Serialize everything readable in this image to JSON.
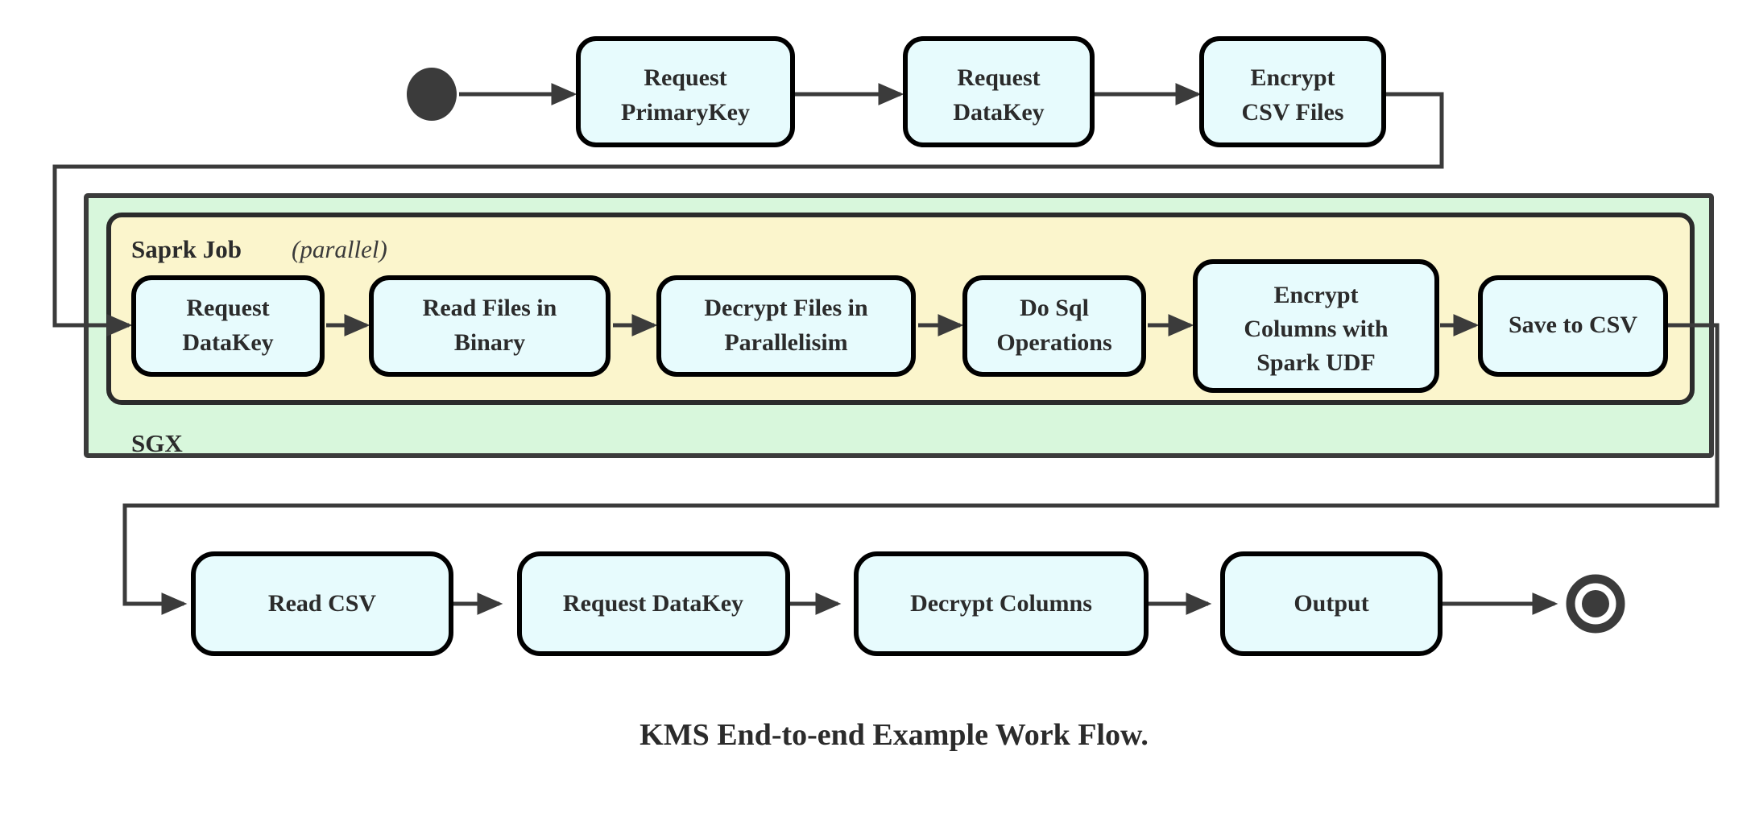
{
  "diagram": {
    "title": "KMS End-to-end Example Work Flow.",
    "colors": {
      "node_fill": "#e7fbfd",
      "node_stroke": "#000000",
      "sgx_fill": "#d8f7dc",
      "spark_fill": "#fbf5cc",
      "edge": "#3b3b3b",
      "text": "#2b2b2b",
      "background": "#ffffff"
    },
    "start_node": {
      "name": "start",
      "shape": "filled-circle"
    },
    "end_node": {
      "name": "end",
      "shape": "ring-with-dot"
    },
    "containers": [
      {
        "id": "sgx",
        "label": "SGX",
        "fill": "#d8f7dc"
      },
      {
        "id": "spark",
        "label": "Saprk Job",
        "qualifier": "(parallel)",
        "qualifier_open": "(",
        "qualifier_word": "parallel",
        "qualifier_close": ")",
        "fill": "#fbf5cc"
      }
    ],
    "rows": [
      {
        "id": "row-top",
        "nodes": [
          {
            "id": "request-primarykey",
            "lines": [
              "Request",
              "PrimaryKey"
            ]
          },
          {
            "id": "request-datakey-top",
            "lines": [
              "Request",
              "DataKey"
            ]
          },
          {
            "id": "encrypt-csv-files",
            "lines": [
              "Encrypt",
              "CSV Files"
            ]
          }
        ]
      },
      {
        "id": "row-spark",
        "nodes": [
          {
            "id": "request-datakey-spark",
            "lines": [
              "Request",
              "DataKey"
            ]
          },
          {
            "id": "read-files-in-binary",
            "lines": [
              "Read Files in",
              "Binary"
            ]
          },
          {
            "id": "decrypt-files-in-parallelisim",
            "lines": [
              "Decrypt Files in",
              "Parallelisim"
            ]
          },
          {
            "id": "do-sql-operations",
            "lines": [
              "Do Sql",
              "Operations"
            ]
          },
          {
            "id": "encrypt-columns-with-spark-udf",
            "lines": [
              "Encrypt",
              "Columns with",
              "Spark UDF"
            ]
          },
          {
            "id": "save-to-csv",
            "lines": [
              "Save to CSV"
            ]
          }
        ]
      },
      {
        "id": "row-bottom",
        "nodes": [
          {
            "id": "read-csv",
            "lines": [
              "Read CSV"
            ]
          },
          {
            "id": "request-datakey-bottom",
            "lines": [
              "Request DataKey"
            ]
          },
          {
            "id": "decrypt-columns",
            "lines": [
              "Decrypt Columns"
            ]
          },
          {
            "id": "output",
            "lines": [
              "Output"
            ]
          }
        ]
      }
    ],
    "flow_order": [
      "start",
      "Request PrimaryKey",
      "Request DataKey",
      "Encrypt CSV Files",
      "Request DataKey",
      "Read Files in Binary",
      "Decrypt Files in Parallelisim",
      "Do Sql Operations",
      "Encrypt Columns with Spark UDF",
      "Save to CSV",
      "Read CSV",
      "Request DataKey",
      "Decrypt Columns",
      "Output",
      "end"
    ]
  }
}
